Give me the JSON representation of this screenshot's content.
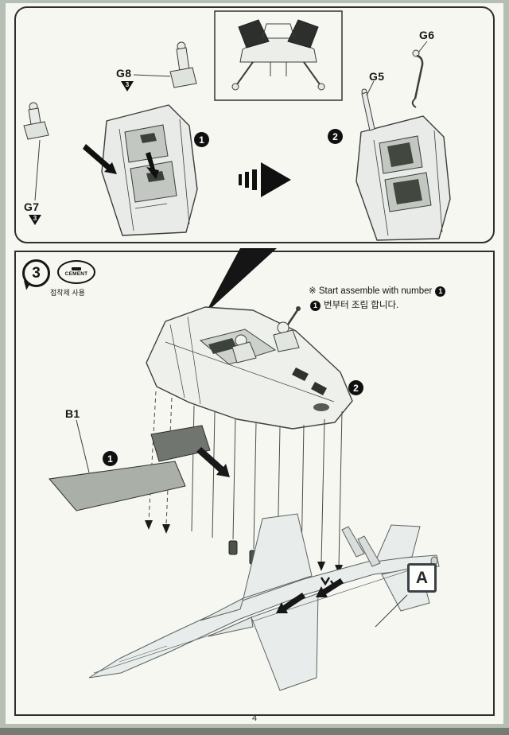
{
  "page": {
    "number": "4"
  },
  "panel2": {
    "label_g8": "G8",
    "label_g7": "G7",
    "label_g5": "G5",
    "label_g6": "G6",
    "glue_mark_g8": "3",
    "glue_mark_g7": "3",
    "seq_1": "1",
    "seq_2": "2"
  },
  "step3": {
    "number": "3",
    "cement_label": "CEMENT",
    "cement_caption": "접착제 사용",
    "note_prefix": "※ Start assemble with number",
    "note_badge": "1",
    "note_line2_badge": "1",
    "note_line2_text": "번부터 조립 합니다.",
    "label_b1": "B1",
    "seq_1": "1",
    "seq_2": "2",
    "variant_badge": "A"
  },
  "colors": {
    "paper": "#f7f7f1",
    "margin": "#b6bfb4",
    "line": "#3d3d3d",
    "black_fill": "#101010"
  }
}
